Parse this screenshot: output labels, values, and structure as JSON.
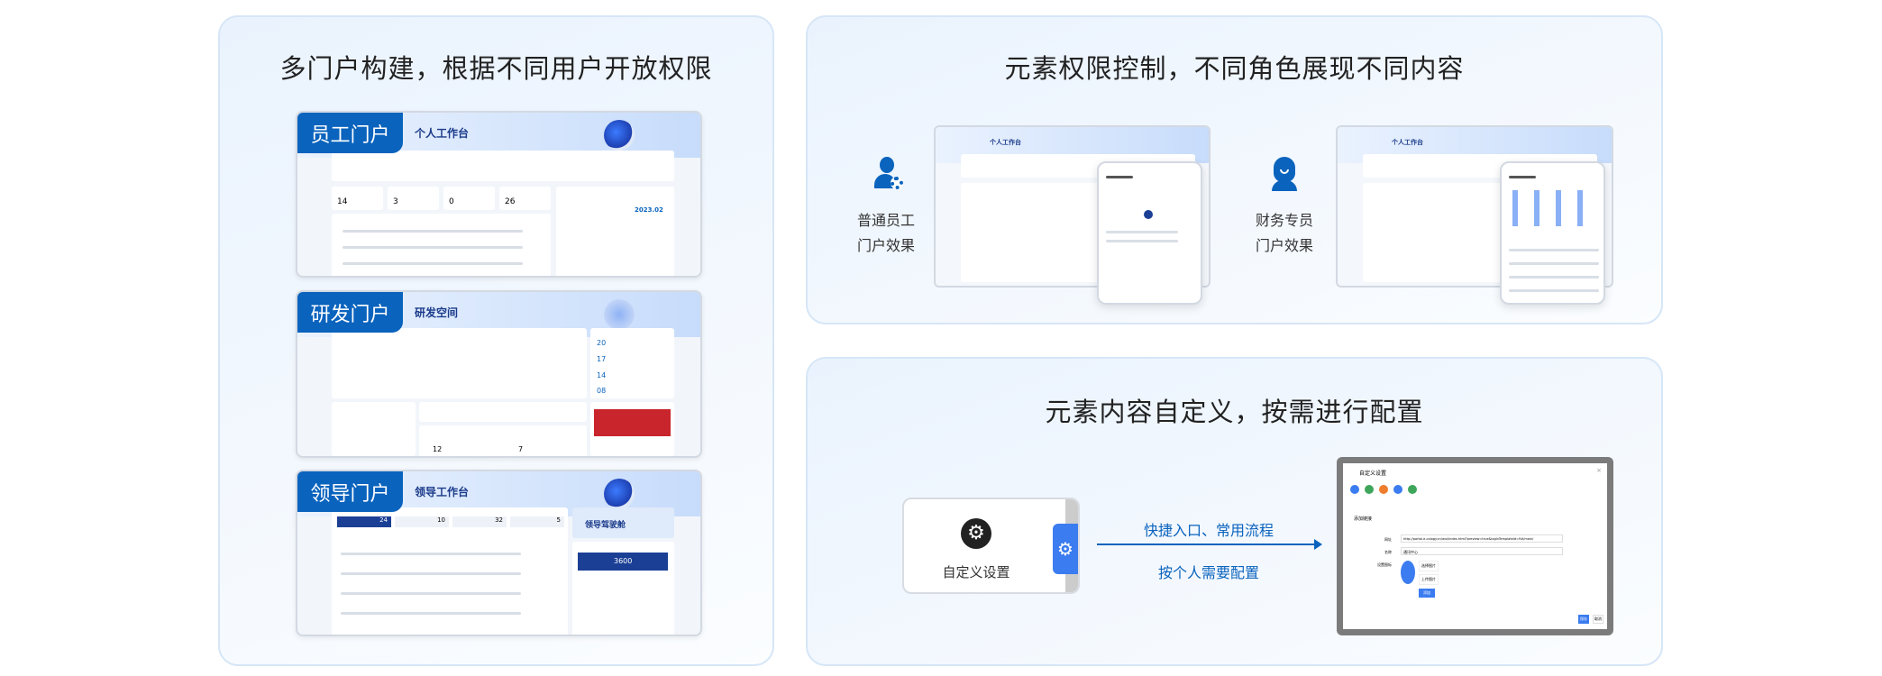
{
  "sections": {
    "multi_portal": {
      "title": "多门户构建，根据不同用户开放权限",
      "portals": [
        {
          "badge": "员工门户",
          "subtitle": "个人工作台",
          "stats": [
            "14",
            "3",
            "0",
            "26"
          ],
          "calendar_month": "2023.02"
        },
        {
          "badge": "研发门户",
          "subtitle": "研发空间",
          "dates": [
            "20",
            "17",
            "14",
            "08"
          ],
          "stats": [
            "12",
            "7"
          ]
        },
        {
          "badge": "领导门户",
          "subtitle": "领导工作台",
          "tabs": [
            "24",
            "10",
            "32",
            "5"
          ],
          "banner": "领导驾驶舱",
          "metric": "3600"
        }
      ]
    },
    "element_permission": {
      "title": "元素权限控制，不同角色展现不同内容",
      "roles": [
        {
          "icon": "user-gear-icon",
          "label_line1": "普通员工",
          "label_line2": "门户效果",
          "header": "个人工作台"
        },
        {
          "icon": "user-headset-icon",
          "label_line1": "财务专员",
          "label_line2": "门户效果",
          "header": "个人工作台"
        }
      ]
    },
    "custom_content": {
      "title": "元素内容自定义，按需进行配置",
      "card_label": "自定义设置",
      "arrow_text_top": "快捷入口、常用流程",
      "arrow_text_bottom": "按个人需要配置",
      "dialog": {
        "title": "自定义设置",
        "section": "添加链接",
        "url_label": "网址",
        "url_value": "http://portal.e-cology.cn/wui/index.html?preview=true&loginTemplateId=9#/main/",
        "name_label": "名称",
        "name_value": "通讯中心",
        "icon_label": "设置图标",
        "choose_btn": "选择图片",
        "upload_btn": "上传图片",
        "add_btn": "添加",
        "save_btn": "保存",
        "cancel_btn": "取消"
      }
    }
  },
  "colors": {
    "brand": "#0a63bd",
    "accent": "#3b7cf0"
  }
}
